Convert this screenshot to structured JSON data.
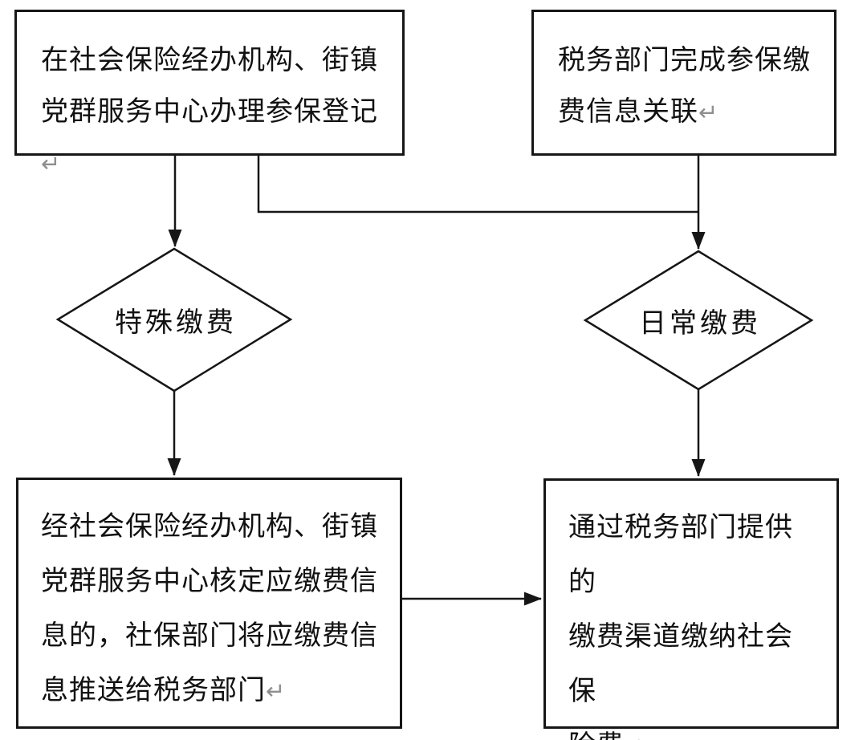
{
  "page": {
    "background": "#ffffff",
    "line_color": "#161616",
    "text_color": "#111111",
    "return_mark_color": "#8f8f8f"
  },
  "nodes": {
    "register": {
      "type": "process",
      "lines": [
        "在社会保险经办机构、街镇",
        "党群服务中心办理参保登记"
      ],
      "return_mark": "↵"
    },
    "tax_link": {
      "type": "process",
      "lines": [
        "税务部门完成参保缴",
        "费信息关联"
      ],
      "return_mark": "↵"
    },
    "special_payment": {
      "type": "decision",
      "label": "特殊缴费"
    },
    "daily_payment": {
      "type": "decision",
      "label": "日常缴费"
    },
    "verify_push": {
      "type": "process",
      "lines": [
        "经社会保险经办机构、街镇",
        "党群服务中心核定应缴费信",
        "息的，社保部门将应缴费信",
        "息推送给税务部门"
      ],
      "return_mark": "↵"
    },
    "pay_via_tax": {
      "type": "process",
      "lines": [
        "通过税务部门提供的",
        "缴费渠道缴纳社会保",
        "险费"
      ],
      "return_mark": "↵"
    }
  },
  "edges": [
    {
      "from": "register",
      "to": "special_payment"
    },
    {
      "from": "register",
      "to": "daily_payment"
    },
    {
      "from": "tax_link",
      "to": "daily_payment"
    },
    {
      "from": "special_payment",
      "to": "verify_push"
    },
    {
      "from": "daily_payment",
      "to": "pay_via_tax"
    },
    {
      "from": "verify_push",
      "to": "pay_via_tax"
    }
  ]
}
